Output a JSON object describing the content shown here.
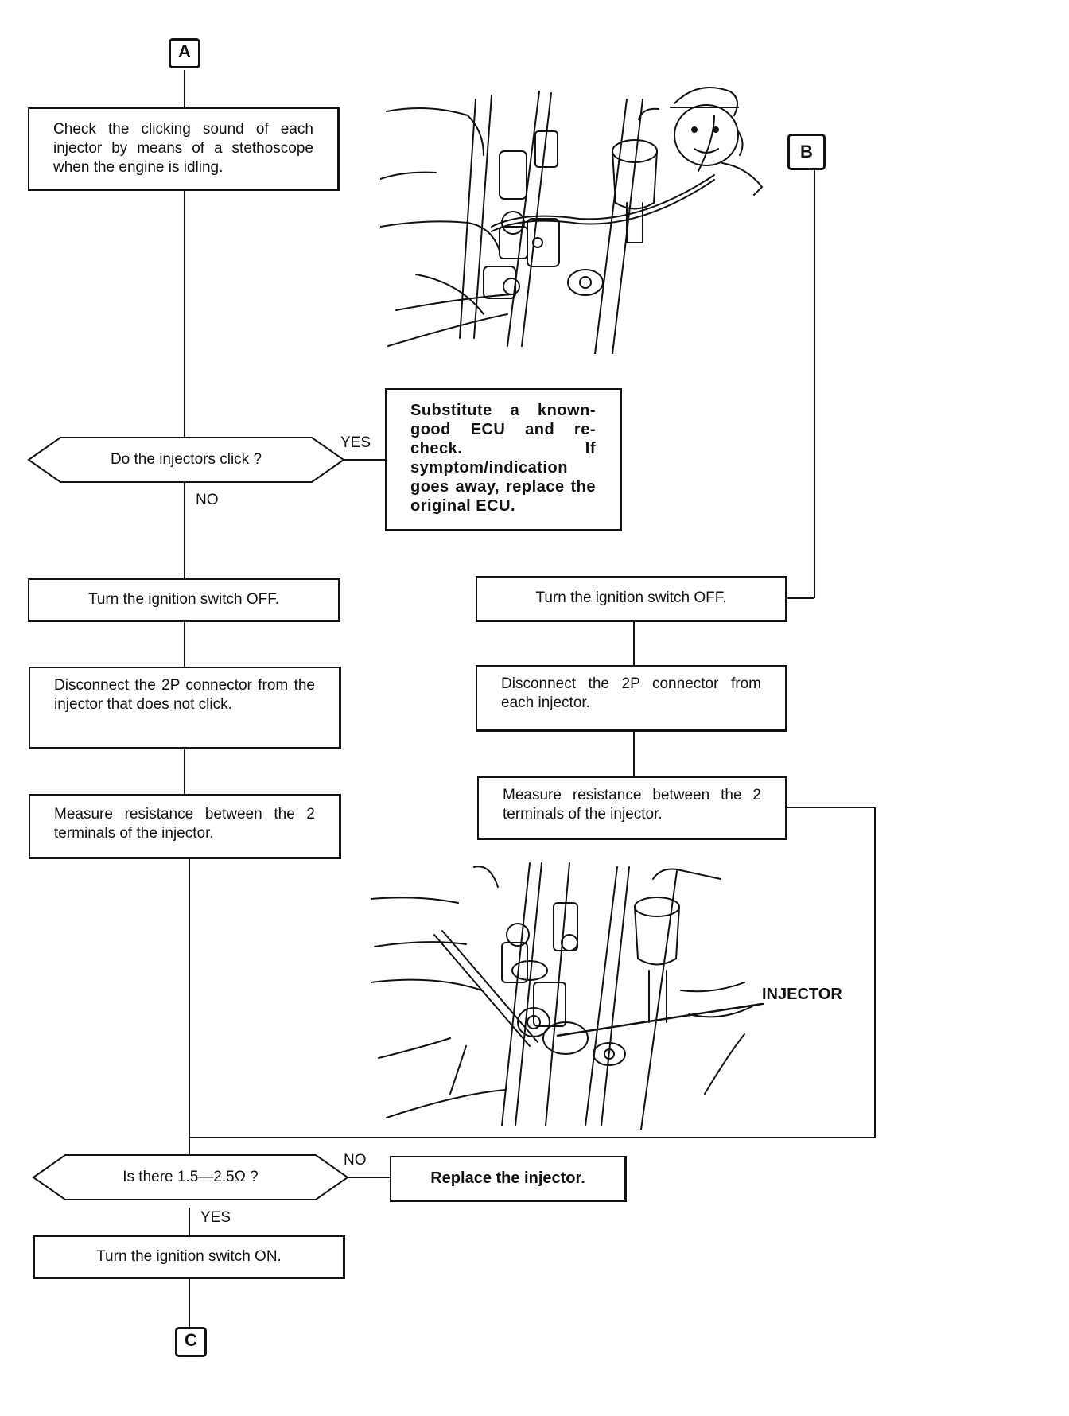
{
  "connectors": {
    "a": "A",
    "b": "B",
    "c": "C"
  },
  "steps": {
    "check_click": "Check the clicking sound of each injector by means of a stethoscope when the engine is idling.",
    "ecu_substitute": "Substitute a known-good ECU and re-check. If symptom/indication goes away, replace the original ECU.",
    "ign_off_left": "Turn the ignition switch OFF.",
    "ign_off_right": "Turn the ignition switch OFF.",
    "disconnect_left": "Disconnect the 2P connector from the injector that does not click.",
    "disconnect_right": "Disconnect the 2P connector from each injector.",
    "measure_left": "Measure resistance between the 2 terminals of the injector.",
    "measure_right": "Measure resistance between the 2 terminals of the injector.",
    "replace_injector": "Replace the injector.",
    "ign_on": "Turn the ignition switch ON."
  },
  "decisions": {
    "injectors_click": "Do the injectors click ?",
    "resistance": "Is there 1.5—2.5Ω ?"
  },
  "branch_labels": {
    "click_yes": "YES",
    "click_no": "NO",
    "res_no": "NO",
    "res_yes": "YES"
  },
  "callouts": {
    "injector": "INJECTOR"
  }
}
